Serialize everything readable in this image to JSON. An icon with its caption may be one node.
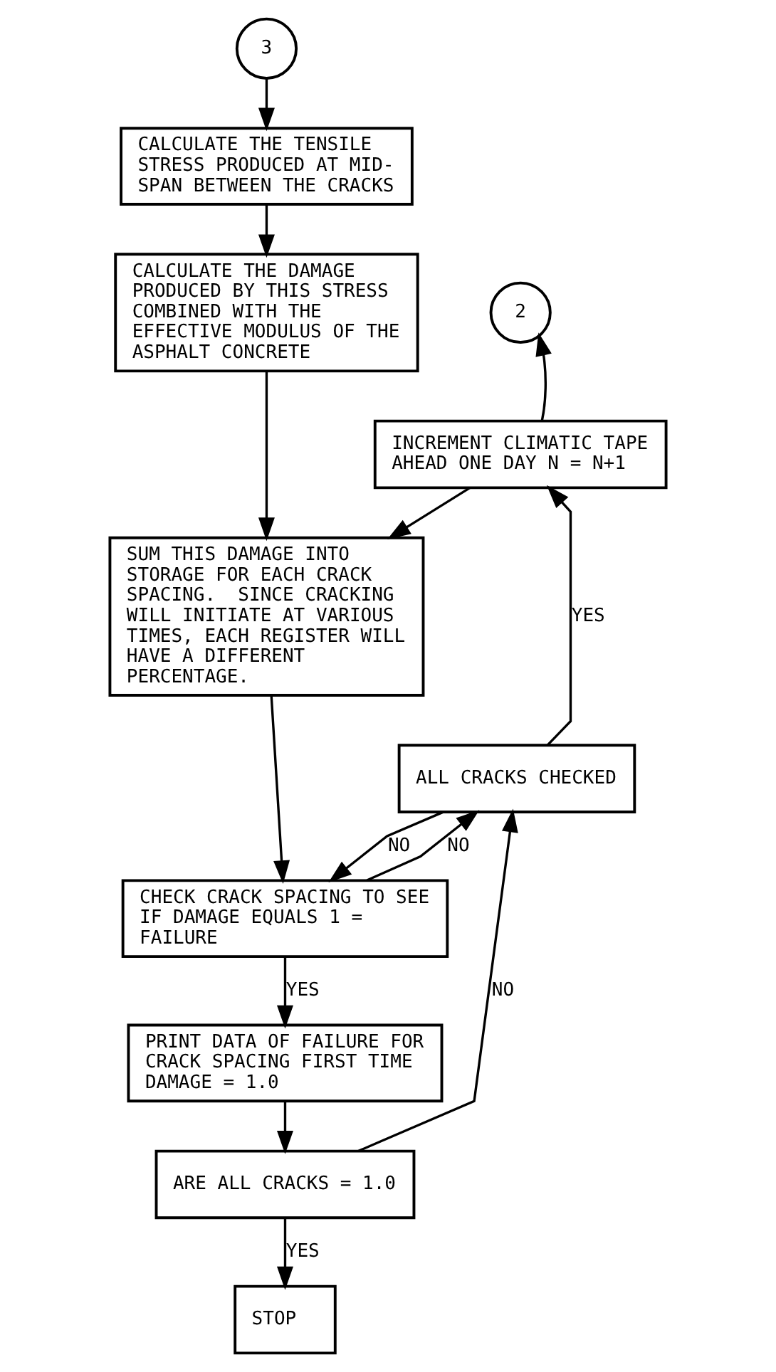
{
  "diagram": {
    "nodes": [
      {
        "text": [
          "3"
        ]
      },
      {
        "text": [
          "CALCULATE THE TENSILE STRESS PRODUCED AT MID- SPAN BETWEEN THE CRACKS"
        ]
      },
      {
        "text": [
          "CALCULATE THE DAMAGE PRODUCED BY THIS STRESS COMBINED WITH THE EFFECTIVE MODULUS OF THE ASPHALT CONCRETE"
        ]
      },
      {
        "text": [
          "2"
        ]
      },
      {
        "text": [
          "INCREMENT CLIMATIC TAPE AHEAD ONE DAY N = N+1"
        ]
      },
      {
        "text": [
          "SUM THIS DAMAGE INTO STORAGE FOR EACH CRACK SPACING.  SINCE CRACKING WILL INITIATE AT VARIOUS TIMES, EACH REGISTER WILL HAVE A DIFFERENT PERCENTAGE."
        ]
      },
      {
        "text": [
          "ALL CRACKS CHECKED"
        ]
      },
      {
        "text": [
          "CHECK CRACK SPACING TO SEE IF DAMAGE EQUALS 1 = FAILURE"
        ]
      },
      {
        "text": [
          "PRINT DATA OF FAILURE FOR CRACK SPACING FIRST TIME DAMAGE = 1.0"
        ]
      },
      {
        "text": [
          "ARE ALL CRACKS = 1.0"
        ]
      },
      {
        "text": [
          "STOP"
        ]
      }
    ],
    "edges": [
      {
        "from": 0,
        "to": 1,
        "arrow": "to"
      },
      {
        "from": 1,
        "to": 2,
        "arrow": "to"
      },
      {
        "from": 2,
        "to": 5,
        "arrow": "to"
      },
      {
        "from": 4,
        "to": 5,
        "arrow": "to"
      },
      {
        "from": 4,
        "to": 3,
        "arrow": "to"
      },
      {
        "from": 6,
        "to": 4,
        "arrow": "to",
        "label": "YES"
      },
      {
        "from": 6,
        "to": 7,
        "arrow": "to",
        "label": "NO"
      },
      {
        "from": 5,
        "to": 7,
        "arrow": "to"
      },
      {
        "from": 7,
        "to": 6,
        "arrow": "to",
        "label": "NO"
      },
      {
        "from": 7,
        "to": 8,
        "arrow": "to",
        "label": "YES"
      },
      {
        "from": 8,
        "to": 9,
        "arrow": "to"
      },
      {
        "from": 9,
        "to": 6,
        "arrow": "to",
        "label": "NO"
      },
      {
        "from": 9,
        "to": 10,
        "arrow": "to",
        "label": "YES"
      }
    ]
  }
}
